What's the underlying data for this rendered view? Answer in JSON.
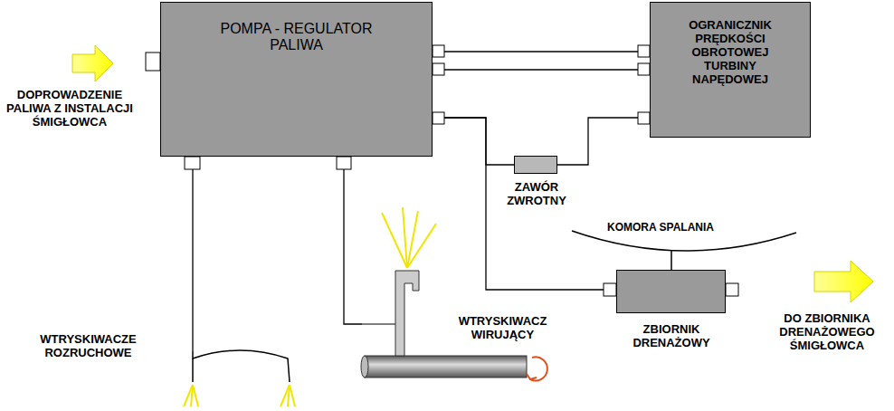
{
  "diagram": {
    "nodes": [
      {
        "text": [
          "POMPA - REGULATOR PALIWA"
        ]
      },
      {
        "text": [
          "OGRANICZNIK PRĘDKOŚCI OBROTOWEJ TURBINY NAPĘDOWEJ"
        ]
      },
      {
        "text": [
          "ZAWÓR ZWROTNY"
        ]
      },
      {
        "text": [
          "ZBIORNIK DRENAŻOWY"
        ]
      },
      {
        "text": [
          "WTRYSKIWACZE ROZRUCHOWE"
        ]
      },
      {
        "text": [
          "WTRYSKIWACZ WIRUJĄCY"
        ]
      }
    ],
    "edges": [
      {
        "from": 0,
        "to": 1,
        "arrow": "none"
      },
      {
        "from": 0,
        "to": 1,
        "arrow": "none"
      },
      {
        "from": 0,
        "to": 2,
        "arrow": "none"
      },
      {
        "from": 2,
        "to": 1,
        "arrow": "none"
      },
      {
        "from": 0,
        "to": 3,
        "arrow": "none"
      },
      {
        "from": 0,
        "to": 4,
        "arrow": "none"
      },
      {
        "from": 0,
        "to": 5,
        "arrow": "none"
      }
    ],
    "labels": [
      "DOPROWADZENIE PALIWA Z INSTALACJI ŚMIGŁOWCA",
      "KOMORA SPALANIA",
      "DO ZBIORNIKA DRENAŻOWEGO ŚMIGŁOWCA"
    ]
  }
}
